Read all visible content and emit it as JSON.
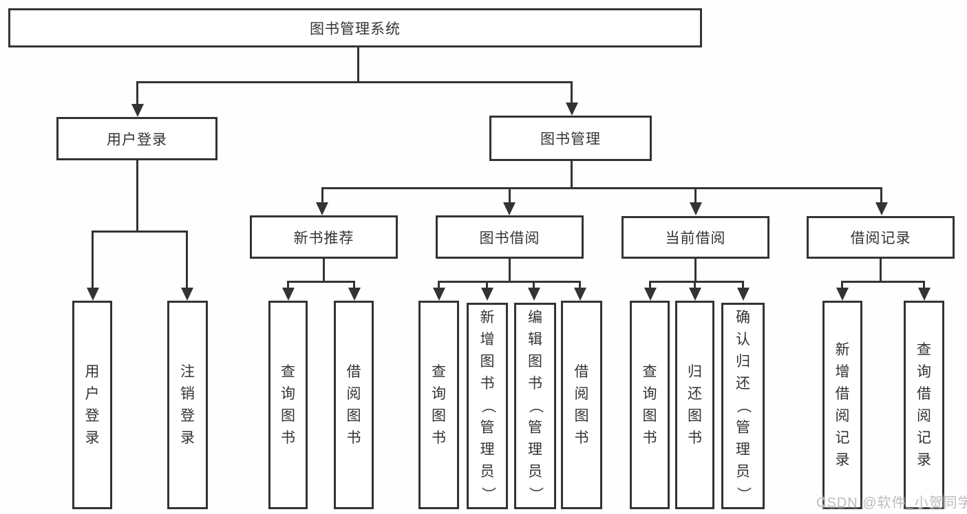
{
  "diagram": {
    "root": {
      "label": "图书管理系统"
    },
    "level2": [
      {
        "label": "用户登录"
      },
      {
        "label": "图书管理"
      }
    ],
    "level3": [
      {
        "label": "新书推荐"
      },
      {
        "label": "图书借阅"
      },
      {
        "label": "当前借阅"
      },
      {
        "label": "借阅记录"
      }
    ],
    "leaves": {
      "user_login": [
        "用户登录",
        "注销登录"
      ],
      "new_book": [
        "查询图书",
        "借阅图书"
      ],
      "book_borrow": [
        "查询图书",
        "新增图书（管理员）",
        "编辑图书（管理员）",
        "借阅图书"
      ],
      "current_borrow": [
        "查询图书",
        "归还图书",
        "确认归还（管理员）"
      ],
      "borrow_records": [
        "新增借阅记录",
        "查询借阅记录"
      ]
    }
  },
  "watermark": {
    "text": "CSDN @软件_小贺同学"
  },
  "colors": {
    "line": "#333333",
    "text": "#333333",
    "background": "#ffffff",
    "watermark": "#bcbcbc"
  }
}
